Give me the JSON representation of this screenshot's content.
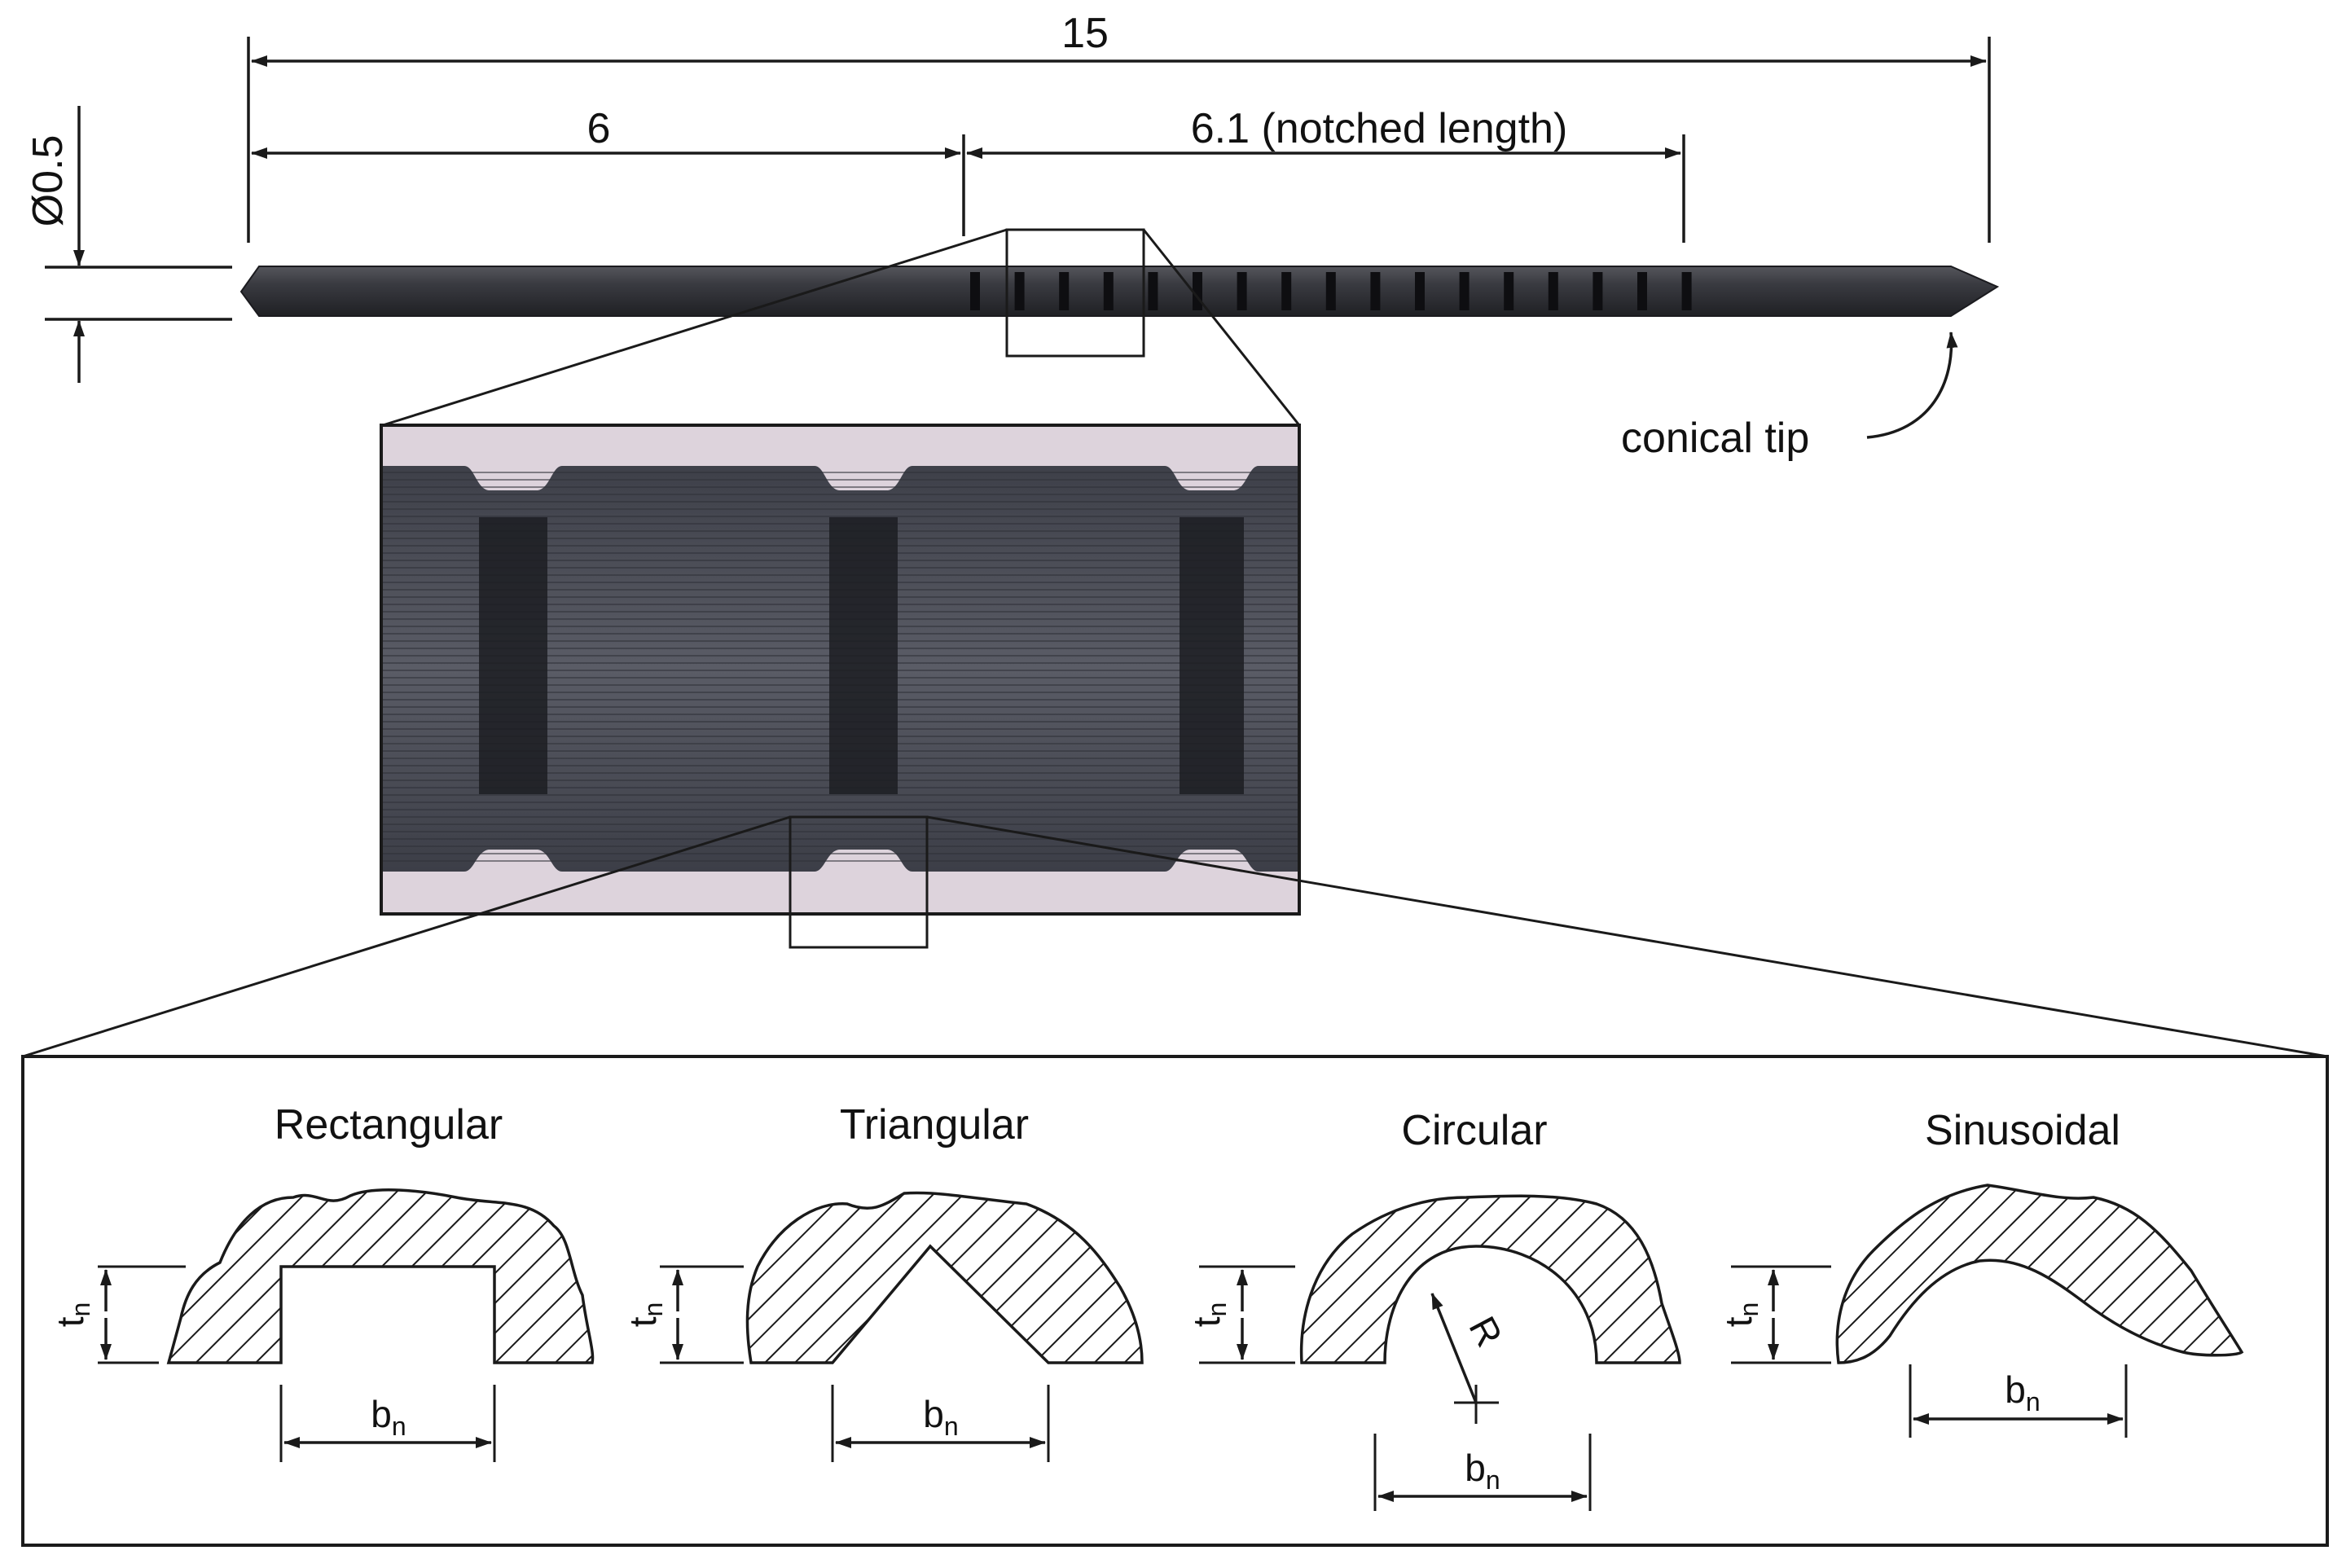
{
  "dimensions": {
    "overall_length": "15",
    "unnotched_length": "6",
    "notched_length": "6.1 (notched length)",
    "diameter": "Ø0.5"
  },
  "annotations": {
    "conical_tip": "conical tip"
  },
  "notch_shapes": [
    {
      "title": "Rectangular",
      "thickness_symbol": "t",
      "thickness_sub": "n",
      "width_symbol": "b",
      "width_sub": "n"
    },
    {
      "title": "Triangular",
      "thickness_symbol": "t",
      "thickness_sub": "n",
      "width_symbol": "b",
      "width_sub": "n"
    },
    {
      "title": "Circular",
      "thickness_symbol": "t",
      "thickness_sub": "n",
      "width_symbol": "b",
      "width_sub": "n",
      "radius_symbol": "R"
    },
    {
      "title": "Sinusoidal",
      "thickness_symbol": "t",
      "thickness_sub": "n",
      "width_symbol": "b",
      "width_sub": "n"
    }
  ],
  "colors": {
    "pin": "#2e2e33",
    "photo_background": "#ddd3dc",
    "photo_metal": "#4a4c55",
    "photo_notch": "#1c1d22",
    "line": "#1a1a1a"
  }
}
